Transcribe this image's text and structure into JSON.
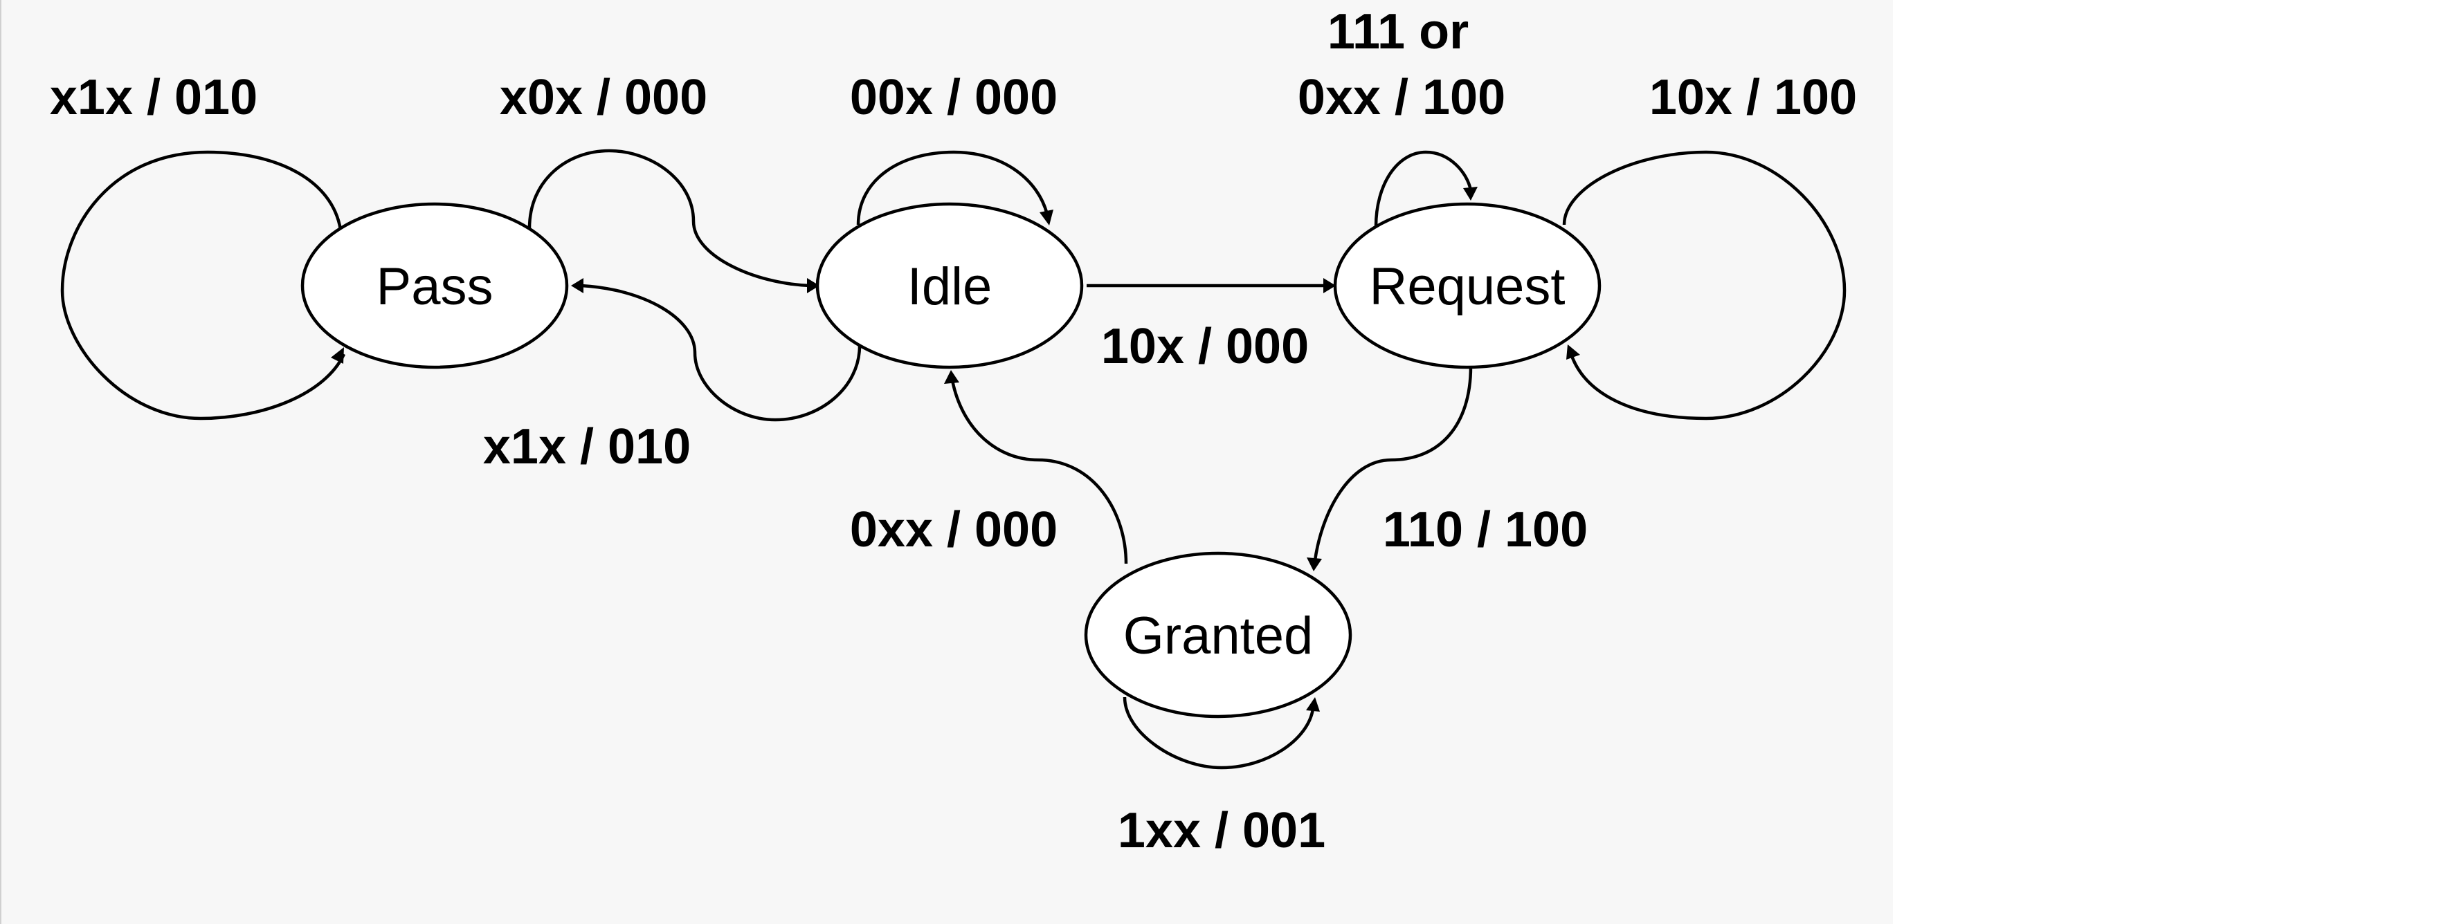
{
  "diagram": {
    "colors": {
      "background": "#f7f7f7",
      "stroke": "#000000",
      "node_fill": "#ffffff"
    },
    "states": [
      {
        "id": "pass",
        "label": "Pass"
      },
      {
        "id": "idle",
        "label": "Idle"
      },
      {
        "id": "request",
        "label": "Request"
      },
      {
        "id": "granted",
        "label": "Granted"
      }
    ],
    "transitions": [
      {
        "from": "pass",
        "to": "pass",
        "label": "x1x / 010"
      },
      {
        "from": "pass",
        "to": "idle",
        "label": "x0x / 000"
      },
      {
        "from": "idle",
        "to": "pass",
        "label": "x1x / 010"
      },
      {
        "from": "idle",
        "to": "idle",
        "label": "00x / 000"
      },
      {
        "from": "idle",
        "to": "request",
        "label": "10x / 000"
      },
      {
        "from": "request",
        "to": "request",
        "label_line1": "111 or",
        "label_line2": "0xx / 100"
      },
      {
        "from": "request",
        "to": "request",
        "label": "10x / 100"
      },
      {
        "from": "request",
        "to": "granted",
        "label": "110 / 100"
      },
      {
        "from": "granted",
        "to": "idle",
        "label": "0xx / 000"
      },
      {
        "from": "granted",
        "to": "granted",
        "label": "1xx / 001"
      }
    ]
  }
}
